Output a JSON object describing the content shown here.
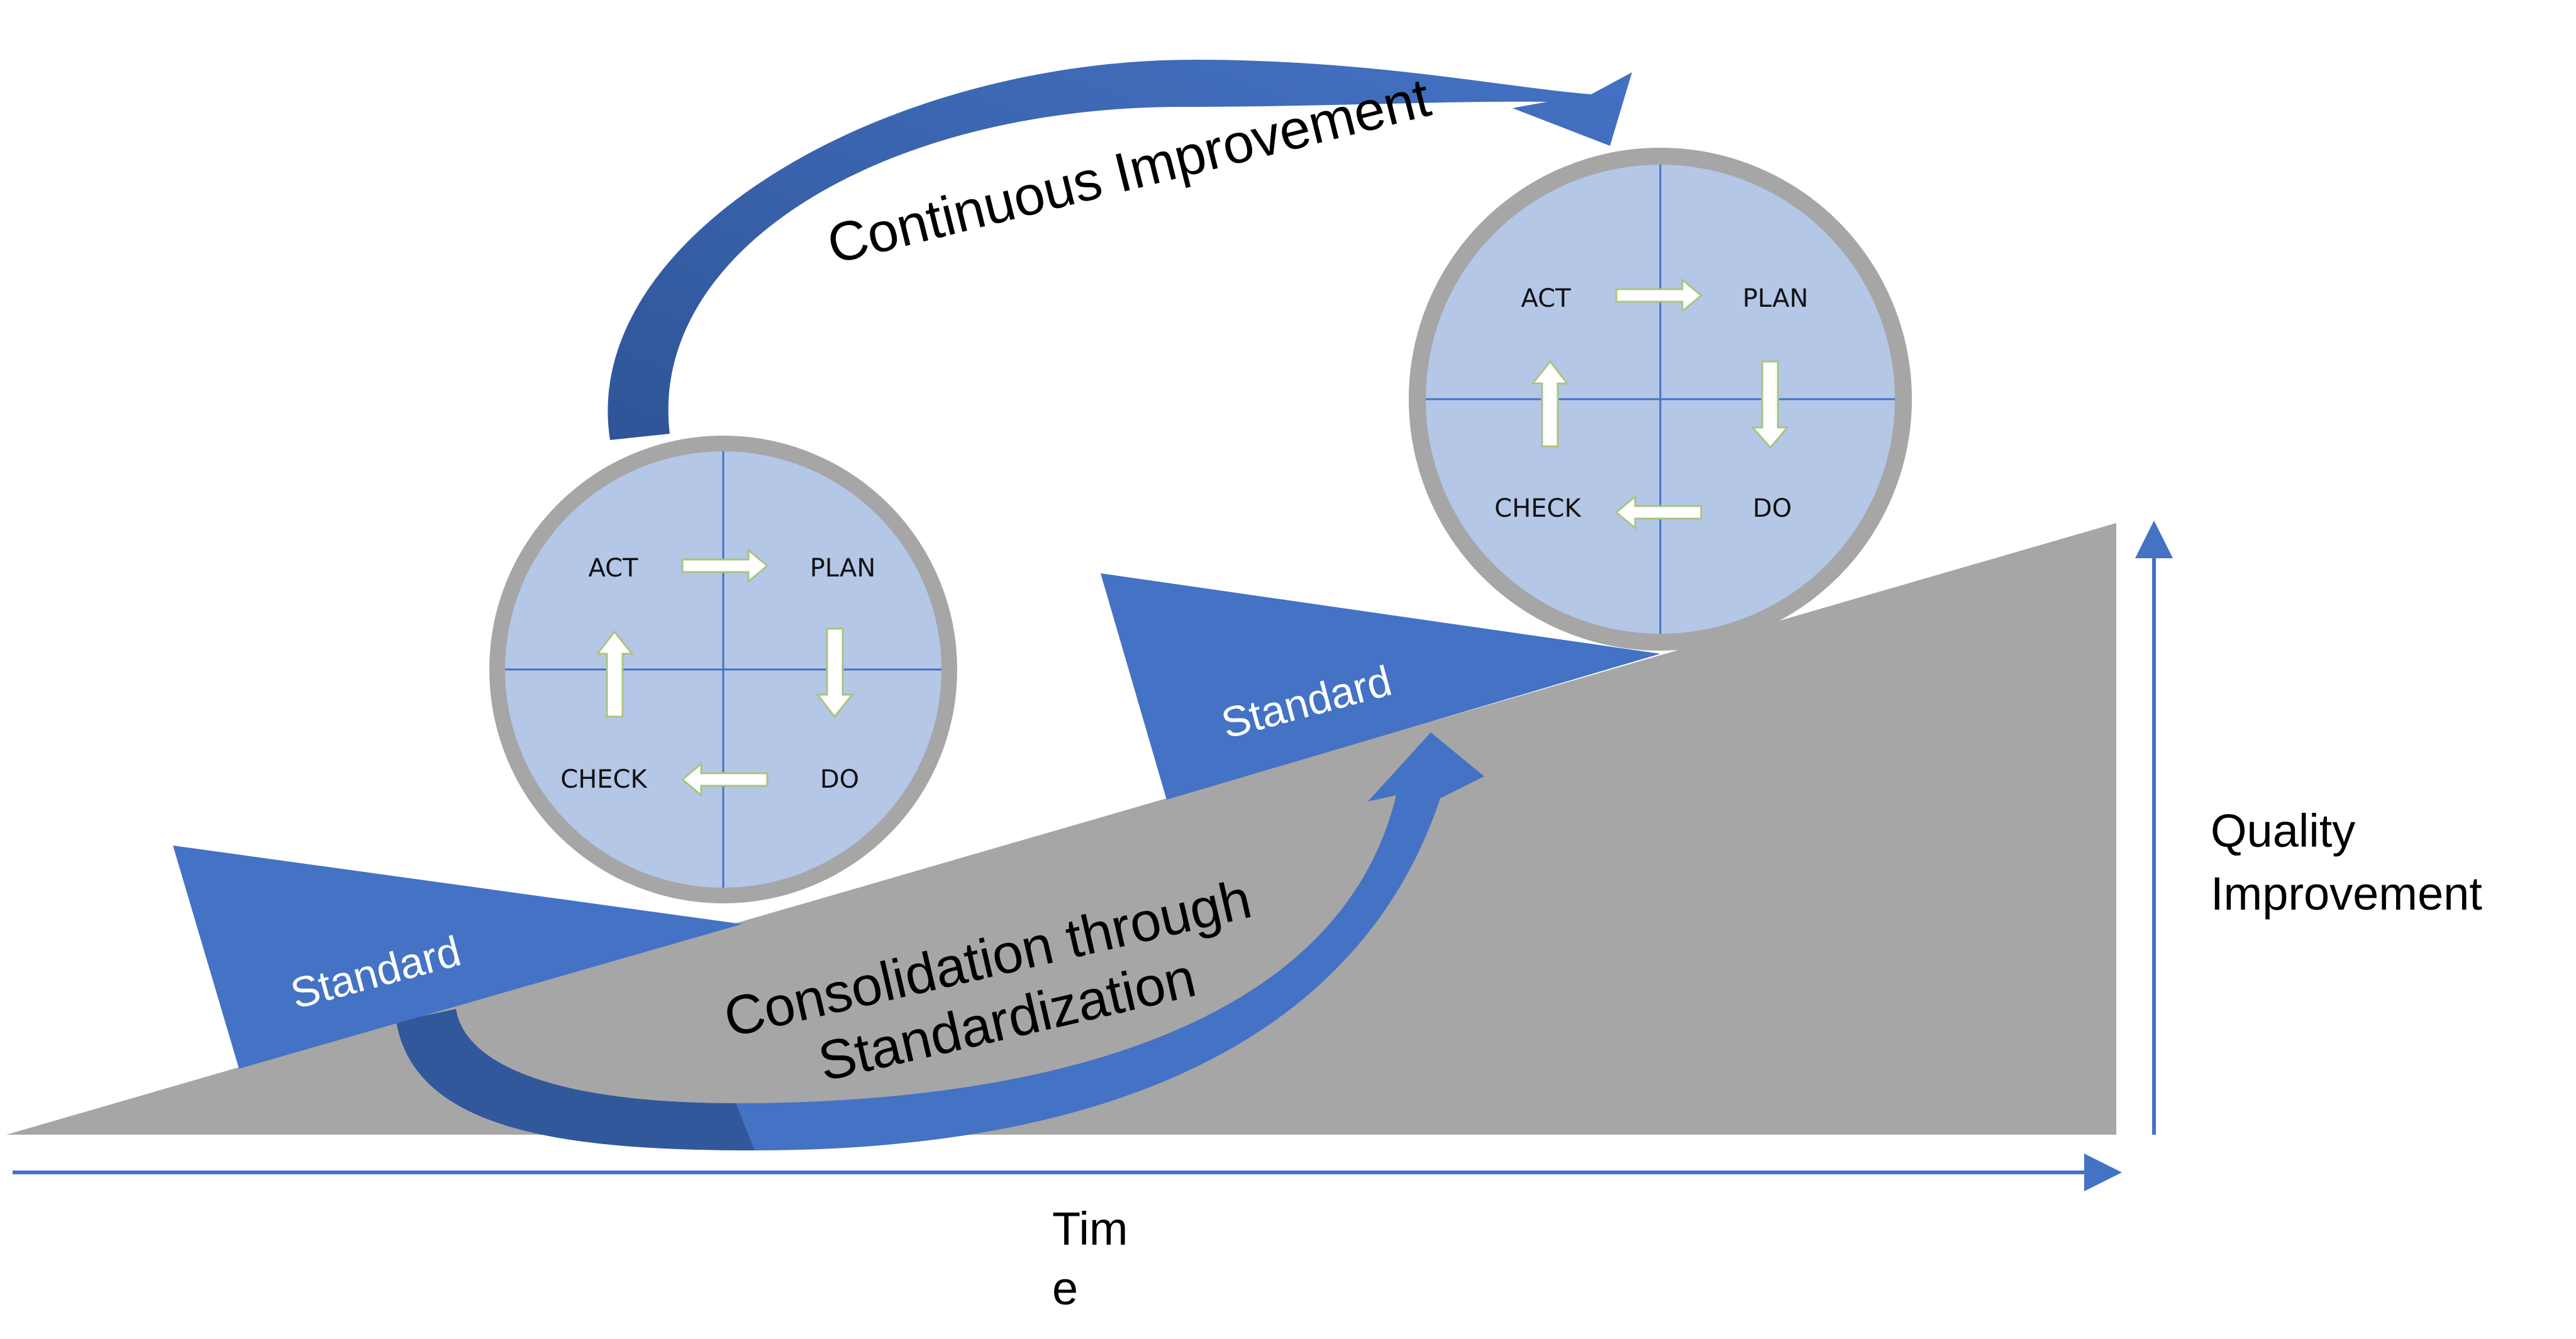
{
  "labels": {
    "continuous": "Continuous Improvement",
    "consolidation_line1": "Consolidation through",
    "consolidation_line2": "Standardization",
    "standard_left": "Standard",
    "standard_right": "Standard",
    "quality_line1": "Quality",
    "quality_line2": "Improvement",
    "time_line1": "Tim",
    "time_line2": "e"
  },
  "cycles": [
    {
      "act": "ACT",
      "plan": "PLAN",
      "do": "DO",
      "check": "CHECK"
    },
    {
      "act": "ACT",
      "plan": "PLAN",
      "do": "DO",
      "check": "CHECK"
    }
  ],
  "colors": {
    "ramp": "#a6a6a6",
    "wedge": "#4472c4",
    "arrow_dark": "#2f5597",
    "ring": "#a6a6a6",
    "quadrant": "#b4c7e7",
    "axis": "#4472c4"
  }
}
